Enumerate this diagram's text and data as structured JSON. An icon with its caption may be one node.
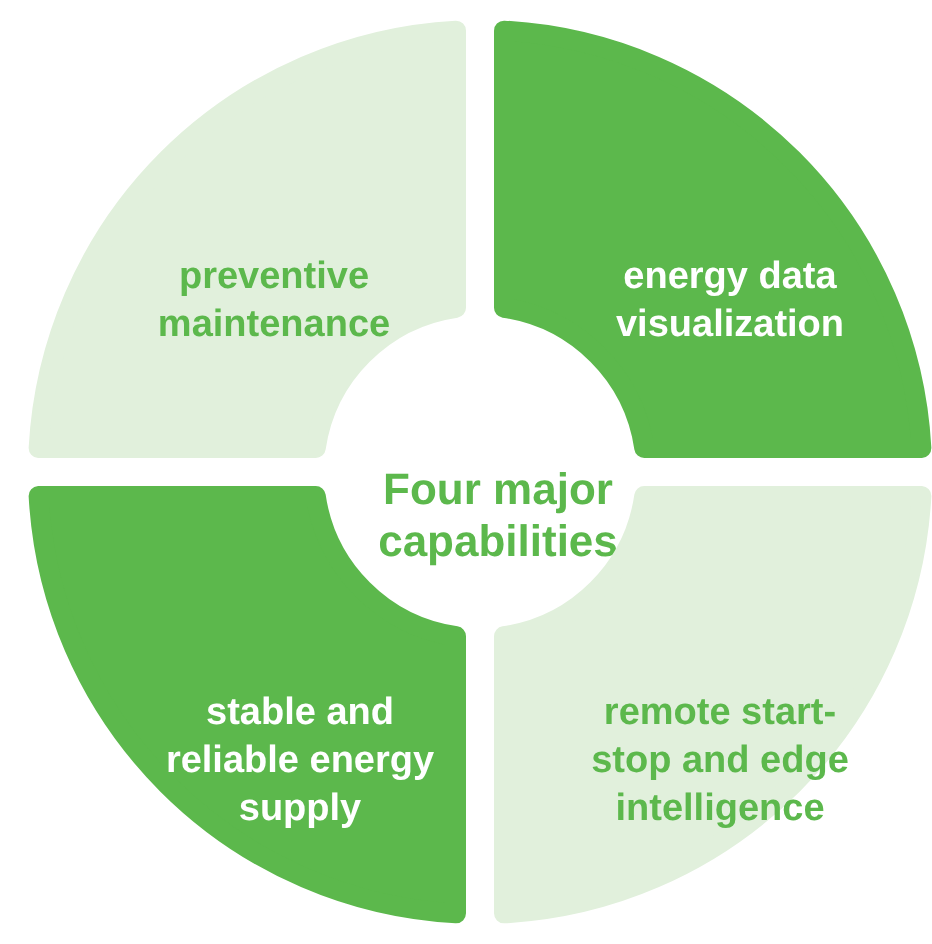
{
  "diagram": {
    "nodes": [
      {
        "text": [
          "preventive maintenance"
        ]
      },
      {
        "text": [
          "energy data visualization"
        ]
      },
      {
        "text": [
          "Four major capabilities"
        ]
      },
      {
        "text": [
          "stable and reliable energy supply"
        ]
      },
      {
        "text": [
          "remote start-stop and edge intelligence"
        ]
      }
    ]
  }
}
